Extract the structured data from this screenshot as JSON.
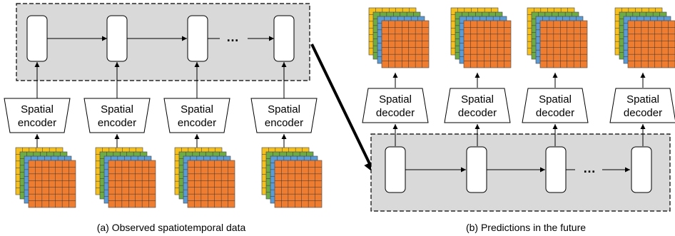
{
  "encoder": {
    "line1": "Spatial",
    "line2": "encoder"
  },
  "decoder": {
    "line1": "Spatial",
    "line2": "decoder"
  },
  "ellipsis": "…",
  "caption_a": "(a) Observed spatiotemporal data",
  "caption_b": "(b) Predictions in the future",
  "colors": {
    "grid_layers": [
      "#f5c01e",
      "#6dab45",
      "#5b9bd5",
      "#ee7d31"
    ],
    "panel_fill": "#d9d9d9",
    "panel_border": "#000000"
  },
  "icons": {
    "grid": "data-grid-stack-icon",
    "arrow": "arrow-icon"
  }
}
